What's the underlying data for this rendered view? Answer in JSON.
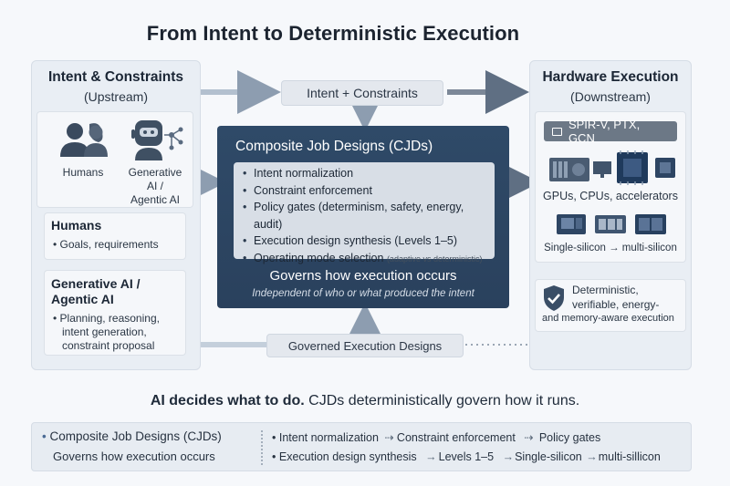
{
  "title": "From Intent to Deterministic Execution",
  "upstream": {
    "heading": "Intent & Constraints",
    "sub": "(Upstream)",
    "icon_humans_label": "Humans",
    "icon_ai_label_1": "Generative",
    "icon_ai_label_2": "AI /",
    "icon_ai_label_3": "Agentic AI",
    "humans_card": {
      "title": "Humans",
      "bullet": "• Goals, requirements"
    },
    "ai_card": {
      "title_1": "Generative AI /",
      "title_2": "Agentic AI",
      "bullet_1": "• Planning, reasoning,",
      "bullet_2": "intent generation,",
      "bullet_3": "constraint proposal"
    }
  },
  "middle": {
    "intent_pill": "Intent + Constraints",
    "cjd_title": "Composite Job Designs (CJDs)",
    "items": [
      "Intent normalization",
      "Constraint enforcement",
      "Policy gates (determinism, safety, energy, audit)",
      "Execution design synthesis (Levels 1–5)",
      "Operating mode selection"
    ],
    "mode_note": "(adaptive vs deterministic)",
    "governs": "Governs how execution occurs",
    "independent": "Independent of who or what produced the intent",
    "governed_pill": "Governed Execution Designs"
  },
  "downstream": {
    "heading": "Hardware Execution",
    "sub": "(Downstream)",
    "chip_label": "SPIR-V, PTX, GCN",
    "gpus_label": "GPUs, CPUs, accelerators",
    "silicon_label": "Single-silicon → multi-silicon",
    "verify_1": "Deterministic,",
    "verify_2": "verifiable, energy-",
    "verify_3": "and memory-aware execution"
  },
  "tagline_bold": "AI decides what to do.",
  "tagline_rest": " CJDs deterministically govern how it runs.",
  "footer": {
    "left_1": "Composite Job Designs (CJDs)",
    "left_2": "Governs how execution occurs",
    "r1a": "Intent normalization",
    "r1b": "Constraint enforcement",
    "r1c": "Policy gates",
    "r2a": "Execution design synthesis",
    "r2b": "Levels 1–5",
    "r2c": "Single-silicon",
    "r2d": "multi-sillicon"
  },
  "colors": {
    "accent_navy": "#2c4461",
    "arrow": "#8d9db0",
    "panel": "#e9eef4"
  }
}
